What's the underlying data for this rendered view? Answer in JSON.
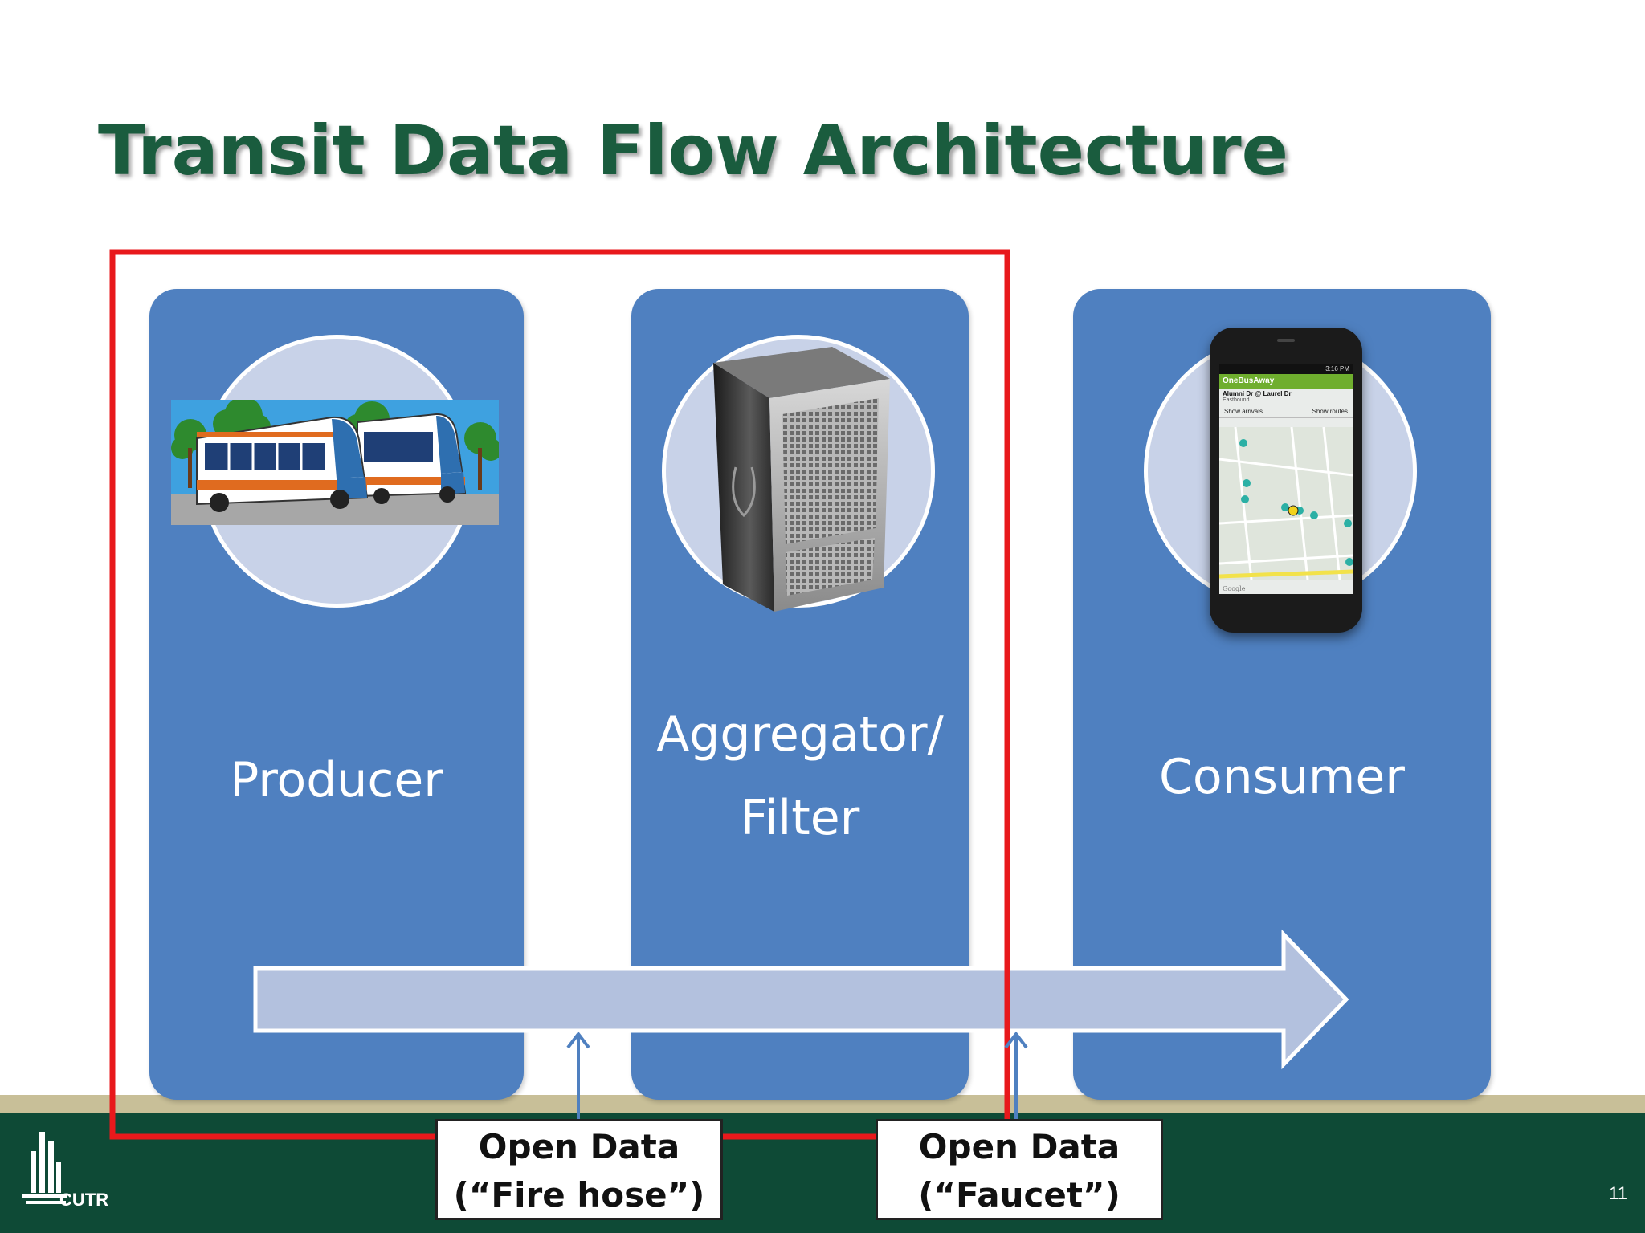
{
  "slide": {
    "title": "Transit Data Flow Architecture",
    "page_number": "11",
    "logo_text": "CUTR"
  },
  "panels": [
    {
      "id": "producer",
      "label_lines": [
        "Producer"
      ],
      "image": "bus-illustration"
    },
    {
      "id": "aggregator",
      "label_lines": [
        "Aggregator/",
        "Filter"
      ],
      "image": "server-tower"
    },
    {
      "id": "consumer",
      "label_lines": [
        "Consumer"
      ],
      "image": "smartphone-app"
    }
  ],
  "phone_screen": {
    "time": "3:16 PM",
    "app_name": "OneBusAway",
    "stop_name": "Alumni Dr @ Laurel Dr",
    "direction": "Eastbound",
    "tab_arrivals": "Show arrivals",
    "tab_routes": "Show routes",
    "map_brand": "Google"
  },
  "callouts": {
    "fire_hose": {
      "line1": "Open Data",
      "line2": "(“Fire hose”)"
    },
    "faucet": {
      "line1": "Open Data",
      "line2": "(“Faucet”)"
    }
  },
  "colors": {
    "title": "#1a5c3e",
    "panel": "#4f80c0",
    "circle": "#c8d2e8",
    "flow_arrow": "#b3c1de",
    "highlight_box": "#e8191c",
    "footer": "#0e4a36",
    "footer_stripe": "#c8bf98"
  }
}
